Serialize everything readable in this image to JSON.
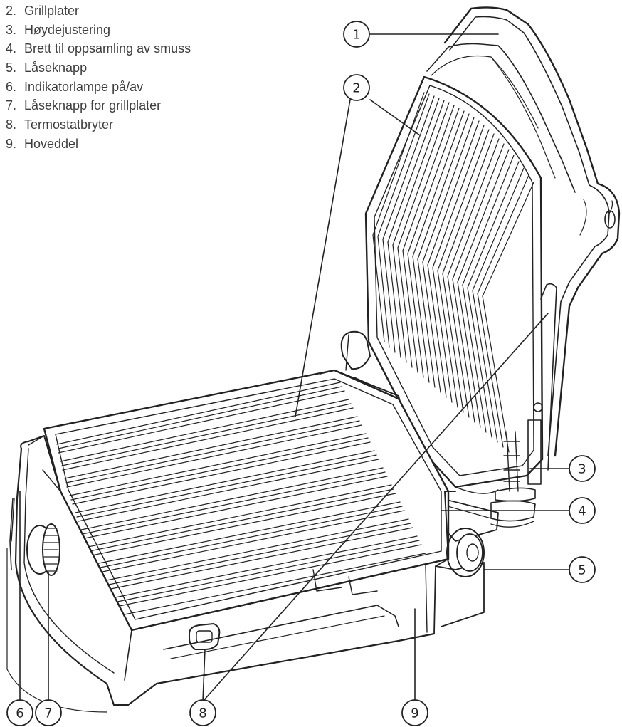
{
  "legend": {
    "items": [
      {
        "num": "2.",
        "label": "Grillplater"
      },
      {
        "num": "3.",
        "label": "Høydejustering"
      },
      {
        "num": "4.",
        "label": "Brett til oppsamling av smuss"
      },
      {
        "num": "5.",
        "label": "Låseknapp"
      },
      {
        "num": "6.",
        "label": "Indikatorlampe på/av"
      },
      {
        "num": "7.",
        "label": "Låseknapp for grillplater"
      },
      {
        "num": "8.",
        "label": "Termostatbryter"
      },
      {
        "num": "9.",
        "label": "Hoveddel"
      }
    ]
  },
  "callouts": {
    "c1": "1",
    "c2": "2",
    "c3": "3",
    "c4": "4",
    "c5": "5",
    "c6": "6",
    "c7": "7",
    "c8": "8",
    "c9": "9"
  },
  "colors": {
    "line": "#222222",
    "text": "#3d3d3d",
    "background": "#ffffff"
  }
}
